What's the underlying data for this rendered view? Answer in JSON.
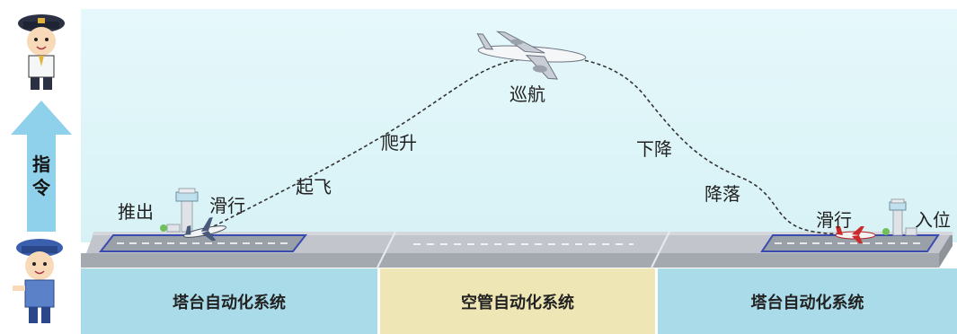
{
  "stages": {
    "pushback": "推出",
    "taxi_out": "滑行",
    "takeoff": "起飞",
    "climb": "爬升",
    "cruise": "巡航",
    "descent": "下降",
    "landing": "降落",
    "taxi_in": "滑行",
    "parking": "入位"
  },
  "command": {
    "label": "指令"
  },
  "systems": {
    "left": "塔台自动化系统",
    "center": "空管自动化系统",
    "right": "塔台自动化系统"
  },
  "colors": {
    "sky": "#dff5f8",
    "tower_band": "#a9dbe8",
    "atc_band": "#efe6b5",
    "arrow": "#8fd0ea",
    "runway": "#b9bdc3",
    "path": "#333333"
  },
  "icons": [
    "pilot-icon",
    "controller-icon",
    "control-tower-icon",
    "airplane-icon"
  ]
}
